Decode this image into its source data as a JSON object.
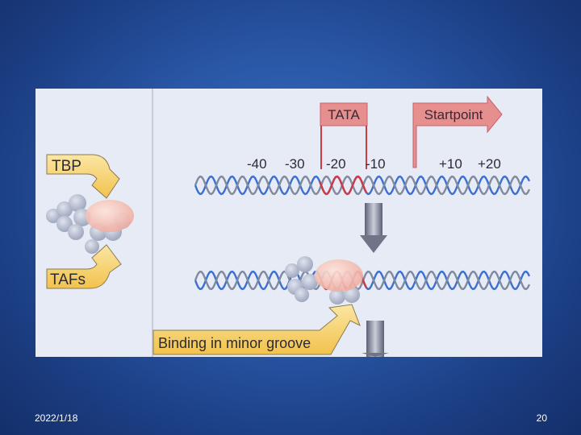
{
  "diagram": {
    "labels": {
      "tbp": "TBP",
      "tafs": "TAFs",
      "tata": "TATA",
      "startpoint": "Startpoint",
      "binding": "Binding in minor groove"
    },
    "positions": [
      "-40",
      "-30",
      "-20",
      "-10",
      "+10",
      "+20"
    ],
    "colors": {
      "panel": "#e7ebf5",
      "dna_blue": "#3b6fd0",
      "dna_gray": "#7f8aa0",
      "tata_red": "#cc3b44",
      "box_pink": "#e58f8f",
      "arrow_yellow": "#f6d26a",
      "protein_gray": "#a9b2c8",
      "protein_pink": "#f2b7b0"
    }
  },
  "footer": {
    "date": "2022/1/18",
    "page": "20"
  }
}
